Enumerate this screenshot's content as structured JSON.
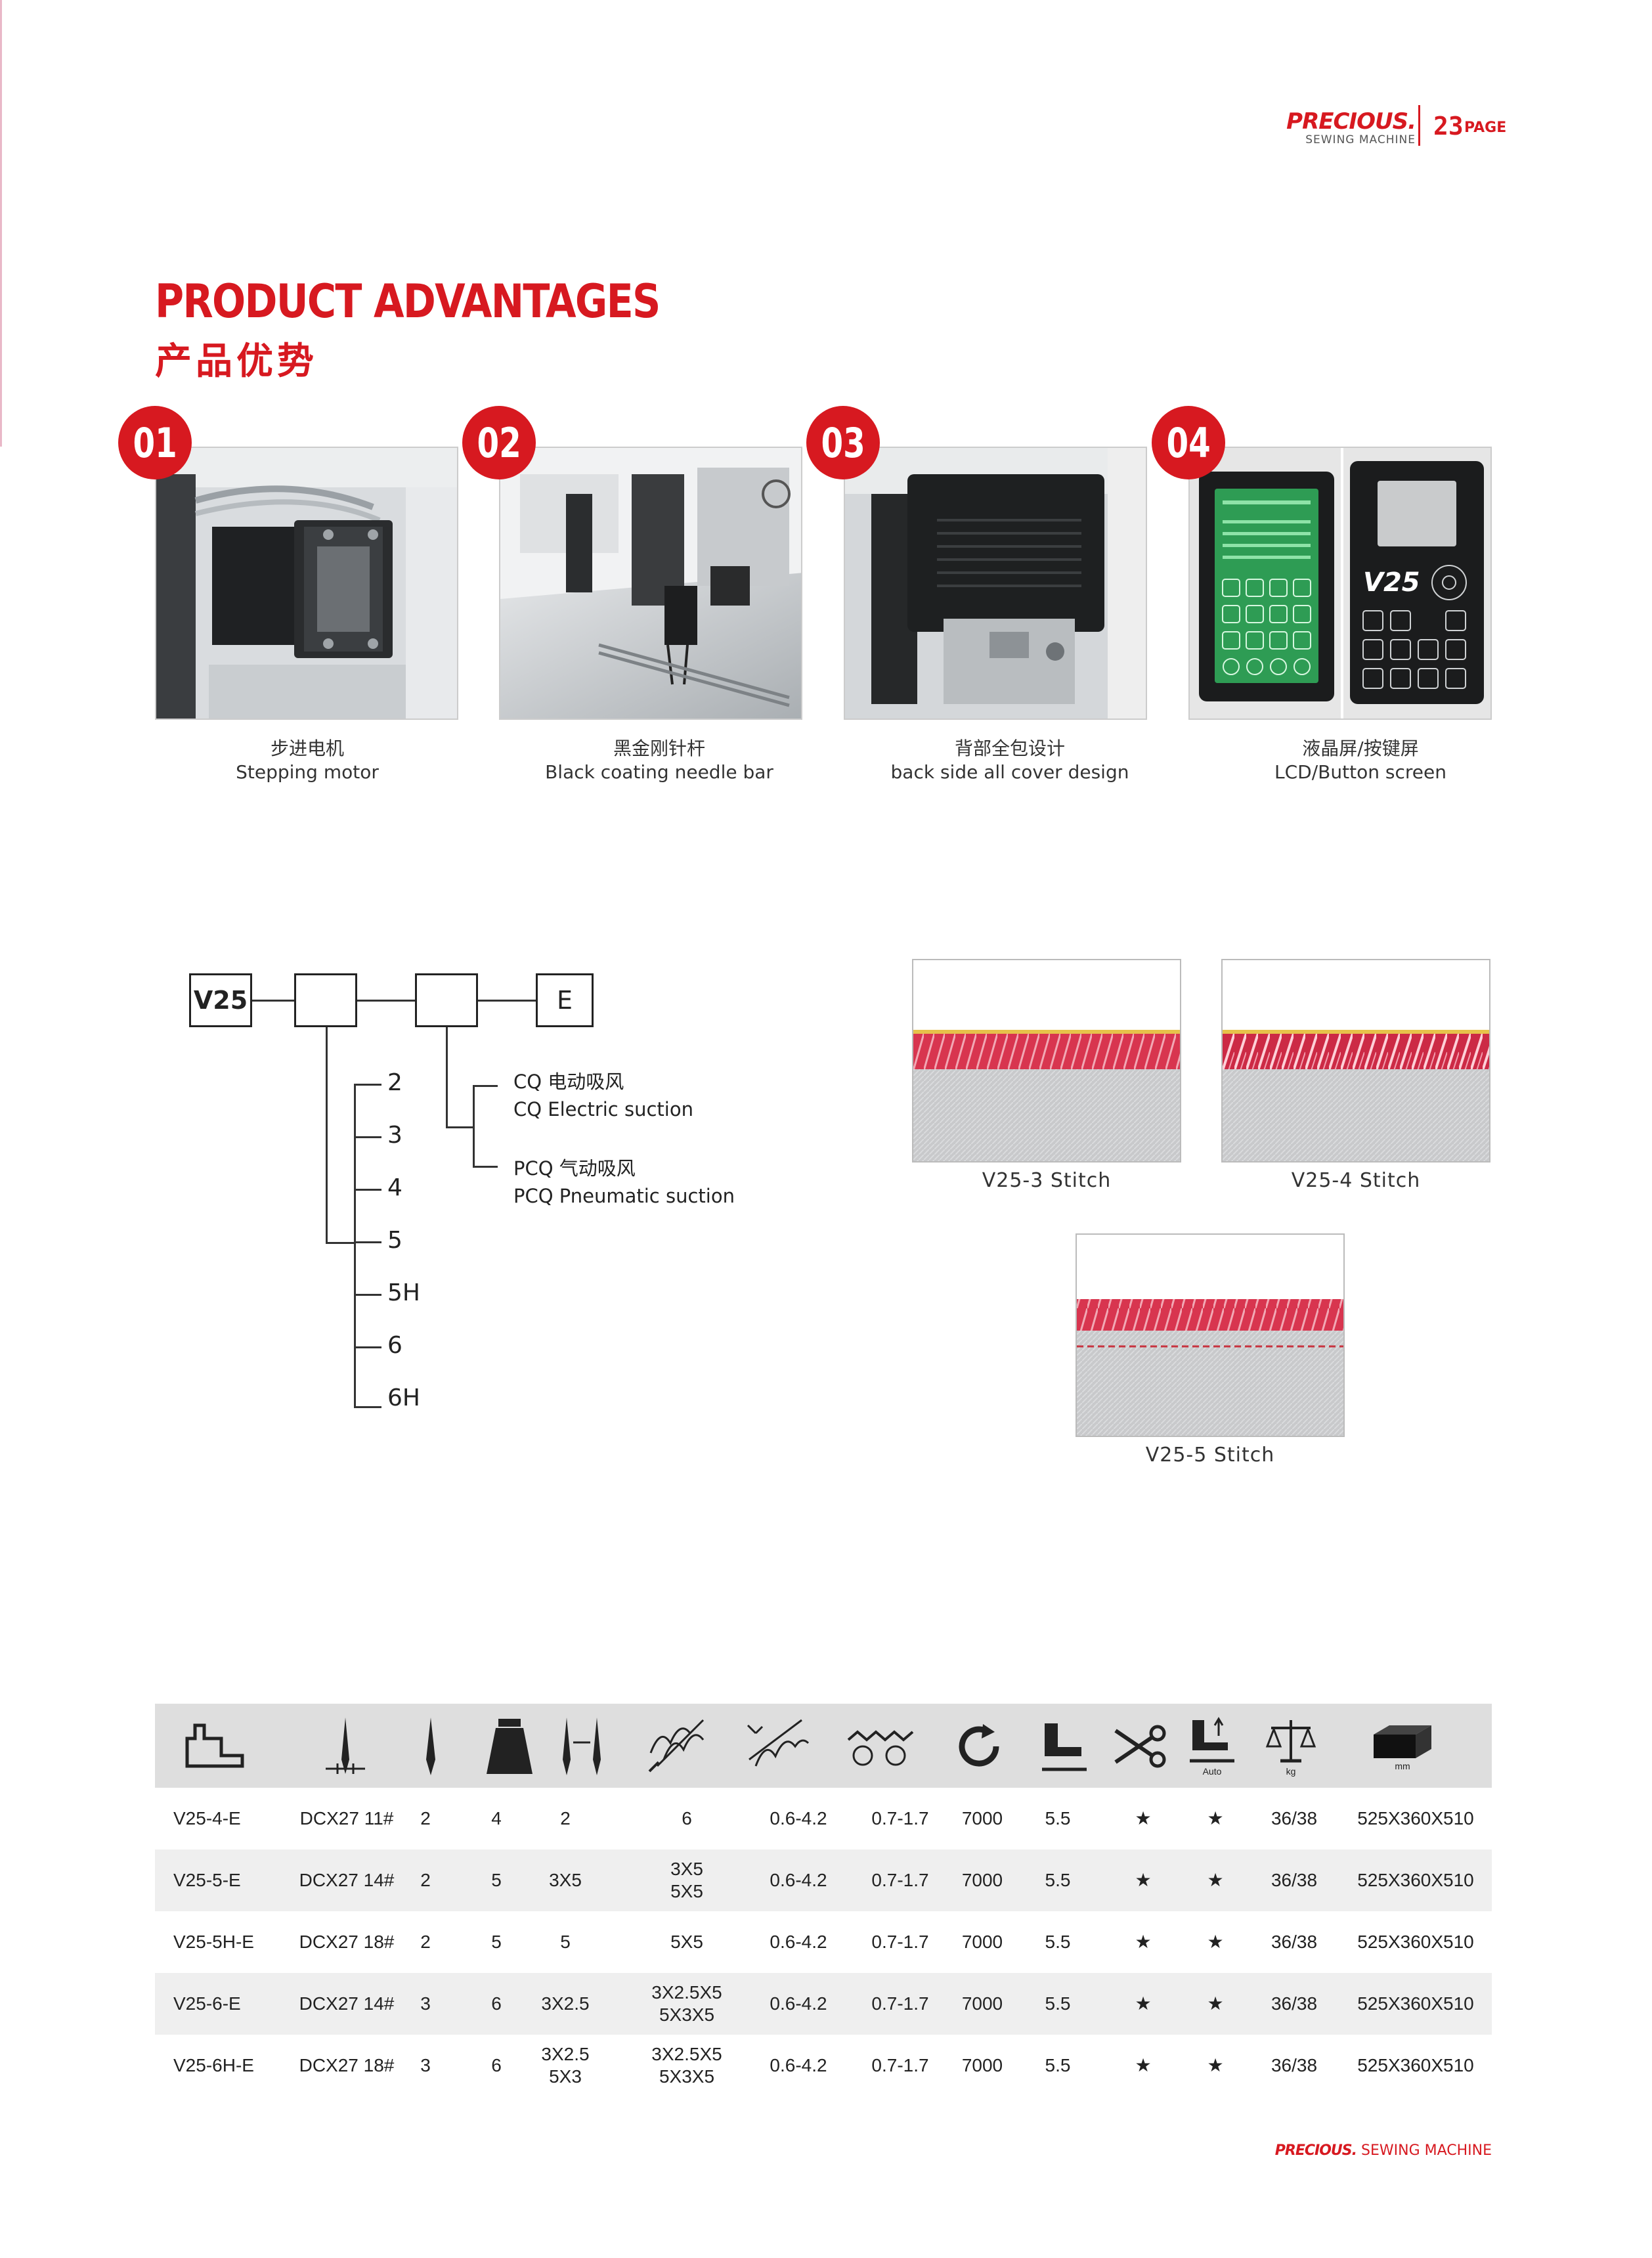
{
  "header": {
    "brand": "PRECIOUS.",
    "brand_sub": "SEWING MACHINE",
    "page_number": "23",
    "page_word": "PAGE"
  },
  "title": {
    "en": "PRODUCT ADVANTAGES",
    "cn": "产品优势"
  },
  "features": [
    {
      "num": "01",
      "cn": "步进电机",
      "en": "Stepping motor"
    },
    {
      "num": "02",
      "cn": "黑金刚针杆",
      "en": "Black coating needle bar"
    },
    {
      "num": "03",
      "cn": "背部全包设计",
      "en": "back side all cover design"
    },
    {
      "num": "04",
      "cn": "液晶屏/按键屏",
      "en": "LCD/Button screen"
    }
  ],
  "panel_label": "V25",
  "model_code": {
    "prefix": "V25",
    "suffix": "E",
    "numbers": [
      "2",
      "3",
      "4",
      "5",
      "5H",
      "6",
      "6H"
    ],
    "options": [
      {
        "cn": "CQ 电动吸风",
        "en": "CQ Electric suction"
      },
      {
        "cn": "PCQ 气动吸风",
        "en": "PCQ Pneumatic suction"
      }
    ]
  },
  "stitches": [
    "V25-3 Stitch",
    "V25-4 Stitch",
    "V25-5 Stitch"
  ],
  "table": {
    "head_labels": {
      "auto": "Auto",
      "kg": "kg",
      "mm": "mm"
    },
    "rows": [
      [
        "V25-4-E",
        "DCX27 11#",
        "2",
        "4",
        "2",
        "6",
        "0.6-4.2",
        "0.7-1.7",
        "7000",
        "5.5",
        "★",
        "★",
        "36/38",
        "525X360X510"
      ],
      [
        "V25-5-E",
        "DCX27 14#",
        "2",
        "5",
        "3X5",
        "3X5\n5X5",
        "0.6-4.2",
        "0.7-1.7",
        "7000",
        "5.5",
        "★",
        "★",
        "36/38",
        "525X360X510"
      ],
      [
        "V25-5H-E",
        "DCX27 18#",
        "2",
        "5",
        "5",
        "5X5",
        "0.6-4.2",
        "0.7-1.7",
        "7000",
        "5.5",
        "★",
        "★",
        "36/38",
        "525X360X510"
      ],
      [
        "V25-6-E",
        "DCX27 14#",
        "3",
        "6",
        "3X2.5",
        "3X2.5X5\n5X3X5",
        "0.6-4.2",
        "0.7-1.7",
        "7000",
        "5.5",
        "★",
        "★",
        "36/38",
        "525X360X510"
      ],
      [
        "V25-6H-E",
        "DCX27 18#",
        "3",
        "6",
        "3X2.5\n5X3",
        "3X2.5X5\n5X3X5",
        "0.6-4.2",
        "0.7-1.7",
        "7000",
        "5.5",
        "★",
        "★",
        "36/38",
        "525X360X510"
      ]
    ]
  },
  "footer": {
    "brand": "PRECIOUS.",
    "text": "SEWING MACHINE"
  },
  "colors": {
    "accent": "#d71920",
    "table_head": "#dedede",
    "row_shade": "#efefef"
  }
}
